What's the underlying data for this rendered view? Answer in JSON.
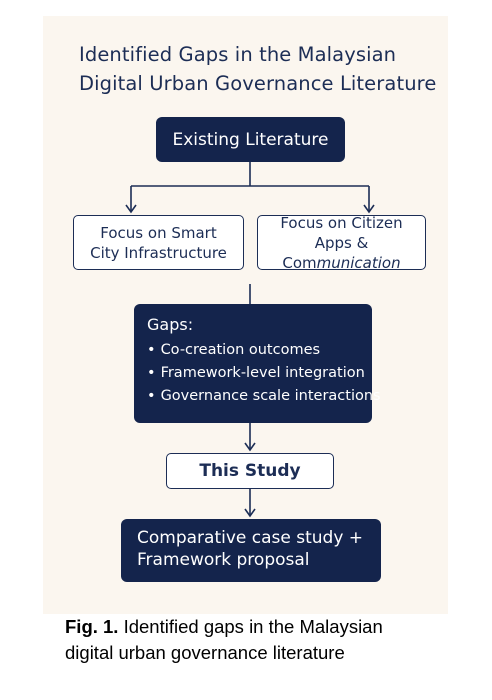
{
  "diagram": {
    "title_line1": "Identified Gaps in the Malaysian",
    "title_line2": "Digital Urban Governance Literature",
    "existing_literature": "Existing Literature",
    "smart_city_line1": "Focus on Smart",
    "smart_city_line2": "City Infrastructure",
    "citizen_line1": "Focus on Citizen",
    "citizen_line2_a": "Apps & Com",
    "citizen_line2_b": "munication",
    "gaps_label": "Gaps:",
    "gaps_items": [
      "Co-creation outcomes",
      "Framework-level integration",
      "Governance scale interactions"
    ],
    "this_study": "This Study",
    "outcome_line1": "Comparative case study +",
    "outcome_line2": "Framework proposal"
  },
  "caption": {
    "label": "Fig. 1.",
    "text_line1": " Identified gaps in the Malaysian",
    "text_line2": "digital urban governance literature"
  },
  "colors": {
    "navy": "#14244c",
    "background_panel": "#fbf6ef",
    "text_dark": "#1c2d55"
  }
}
